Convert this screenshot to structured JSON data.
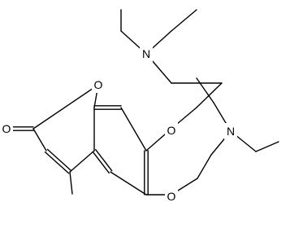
{
  "molecule": {
    "atoms": [
      {
        "id": "o-carbonyl",
        "label": "O"
      },
      {
        "id": "o-ring",
        "label": "O"
      },
      {
        "id": "o-ether-7",
        "label": "O"
      },
      {
        "id": "o-ether-6",
        "label": "O"
      },
      {
        "id": "n-amine-upper",
        "label": "N"
      },
      {
        "id": "n-amine-lower",
        "label": "N"
      }
    ],
    "colors": {
      "bond": "#000000",
      "label": "#000000",
      "background": "#ffffff"
    }
  }
}
